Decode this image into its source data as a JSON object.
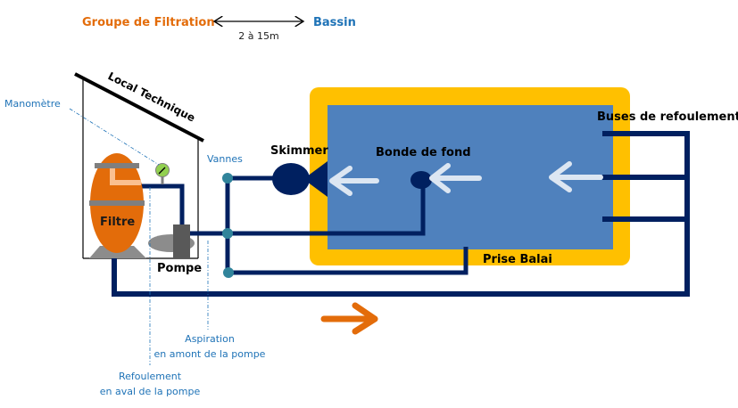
{
  "header": {
    "left_title": "Groupe de Filtration",
    "right_title": "Bassin",
    "distance": "2 à 15m"
  },
  "labels": {
    "local_technique": "Local Technique",
    "manometre": "Manomètre",
    "filtre": "Filtre",
    "pompe": "Pompe",
    "vannes": "Vannes",
    "skimmer": "Skimmer",
    "bonde_de_fond": "Bonde de fond",
    "buses_de_refoulement": "Buses de refoulement",
    "prise_balai": "Prise Balai",
    "aspiration_line1": "Aspiration",
    "aspiration_line2": "en amont de la pompe",
    "refoulement_line1": "Refoulement",
    "refoulement_line2": "en aval de la pompe"
  },
  "colors": {
    "orange": "#E36C0A",
    "blue_text": "#1F73B7",
    "pipe": "#002060",
    "pool_water": "#4F81BD",
    "pool_border": "#FFC000",
    "valve": "#31849B",
    "arrow_light": "#DCE6F2",
    "gauge": "#92D050",
    "grey": "#7F7F7F"
  }
}
